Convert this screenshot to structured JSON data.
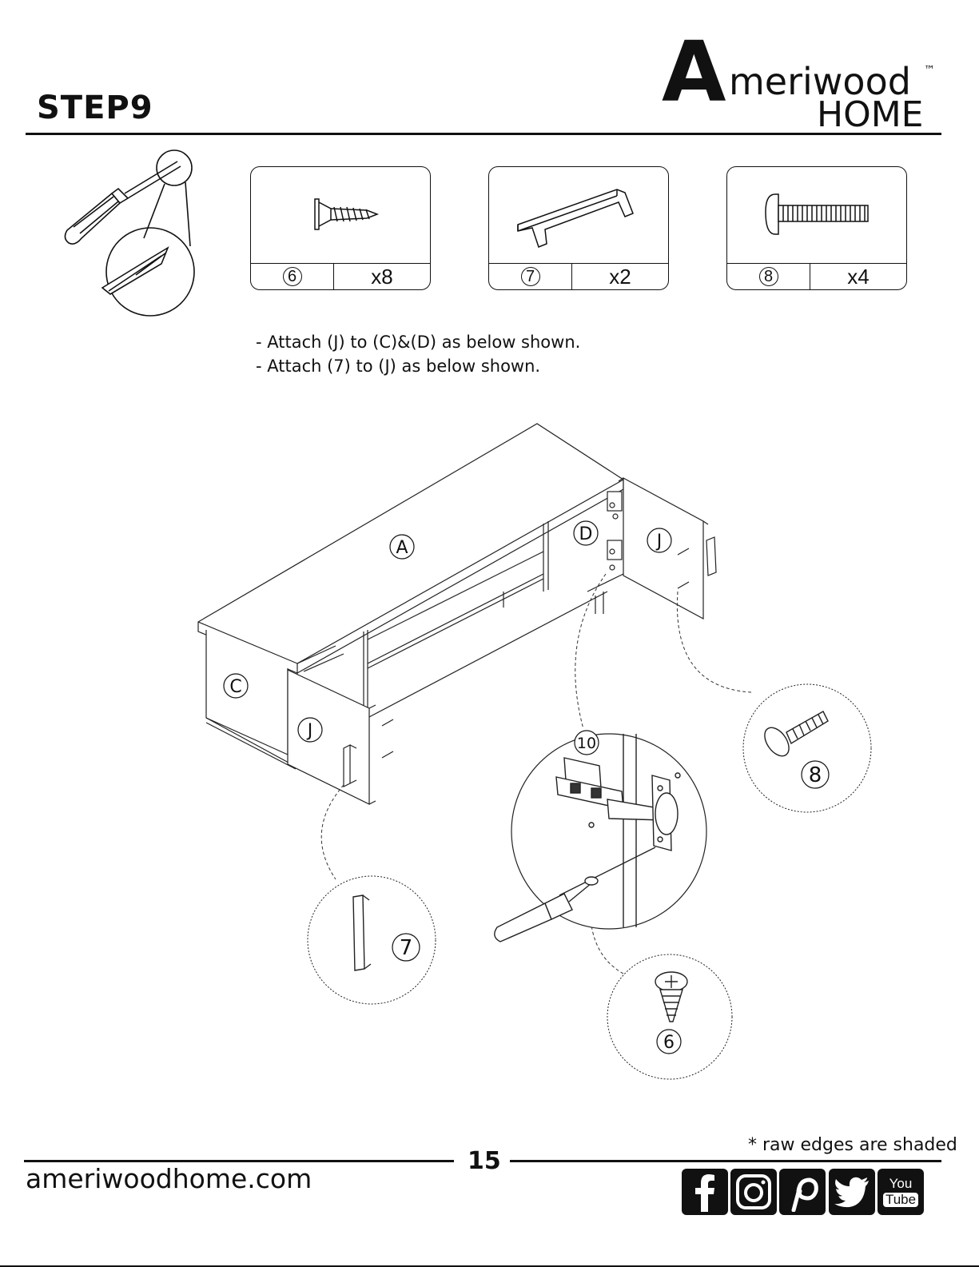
{
  "header": {
    "step_title": "STEP9",
    "brand_main": "meriwood",
    "brand_initial": "A",
    "brand_sub": "HOME",
    "trademark": "™"
  },
  "tool": {
    "icon": "phillips-screwdriver-icon"
  },
  "parts": [
    {
      "id": "6",
      "qty": "x8",
      "icon": "wood-screw-icon"
    },
    {
      "id": "7",
      "qty": "x2",
      "icon": "handle-icon"
    },
    {
      "id": "8",
      "qty": "x4",
      "icon": "machine-screw-icon"
    }
  ],
  "instructions": [
    "- Attach (J) to (C)&(D) as below shown.",
    "- Attach (7) to (J) as below shown."
  ],
  "diagram": {
    "labels": {
      "a": "A",
      "c": "C",
      "d": "D",
      "j_right": "J",
      "j_left": "J"
    },
    "callouts": {
      "hinge": "10",
      "screw8": "8",
      "handle7": "7",
      "screw6": "6"
    }
  },
  "footer": {
    "note": "* raw edges are shaded",
    "page_number": "15",
    "website": "ameriwoodhome.com",
    "social_icons": [
      "facebook-icon",
      "instagram-icon",
      "pinterest-icon",
      "twitter-icon",
      "youtube-icon"
    ],
    "youtube_top": "You",
    "youtube_bottom": "Tube"
  }
}
